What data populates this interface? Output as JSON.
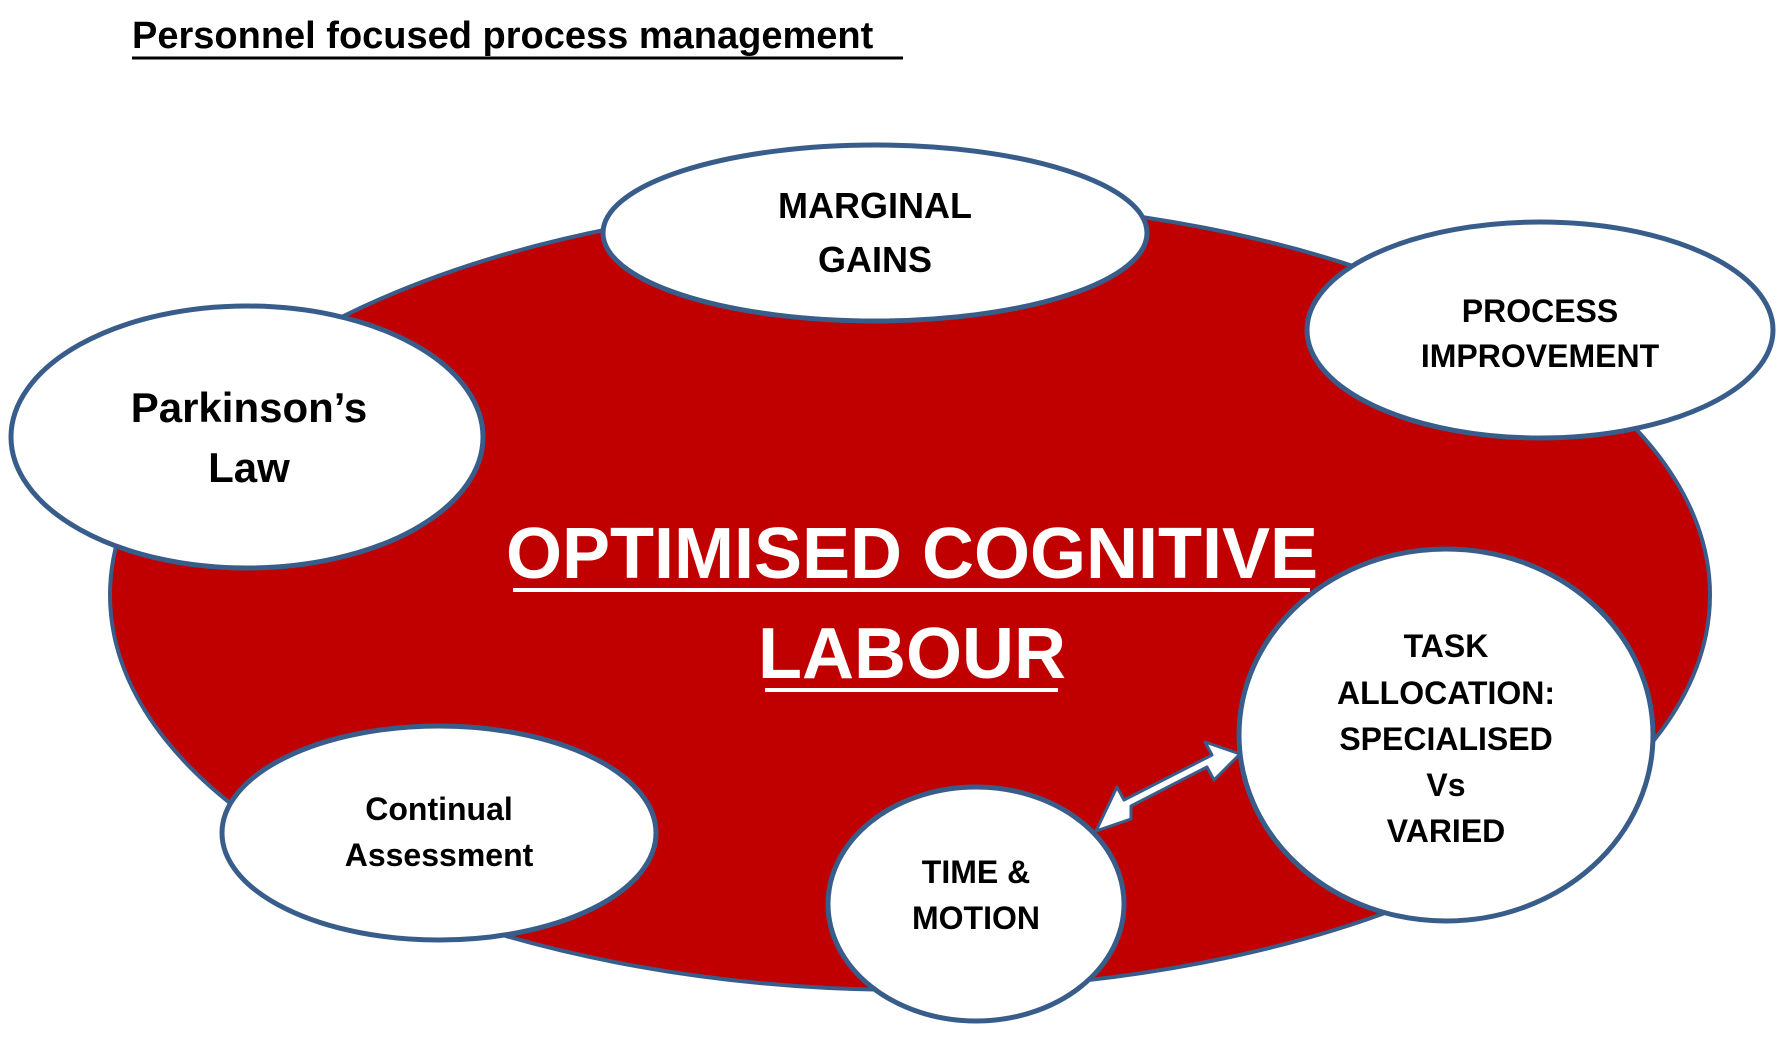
{
  "title": "Personnel focused process management",
  "colors": {
    "hub_fill": "#c00000",
    "outline": "#385d8a",
    "bubble_fill": "#ffffff",
    "center_text": "#ffffff",
    "arrow": "#ffffff"
  },
  "center": {
    "line1": "OPTIMISED COGNITIVE",
    "line2": "LABOUR"
  },
  "bubbles": {
    "marginal_gains": {
      "line1": "MARGINAL",
      "line2": "GAINS"
    },
    "process_improvement": {
      "line1": "PROCESS",
      "line2": "IMPROVEMENT"
    },
    "parkinsons_law": {
      "line1": "Parkinson’s",
      "line2": "Law"
    },
    "task_allocation": {
      "line1": "TASK",
      "line2": "ALLOCATION:",
      "line3": "SPECIALISED",
      "line4": "Vs",
      "line5": "VARIED"
    },
    "time_motion": {
      "line1": "TIME &",
      "line2": "MOTION"
    },
    "continual_assessment": {
      "line1": "Continual",
      "line2": "Assessment"
    }
  },
  "connector": {
    "type": "double-headed-arrow",
    "from": "time_motion",
    "to": "task_allocation"
  }
}
